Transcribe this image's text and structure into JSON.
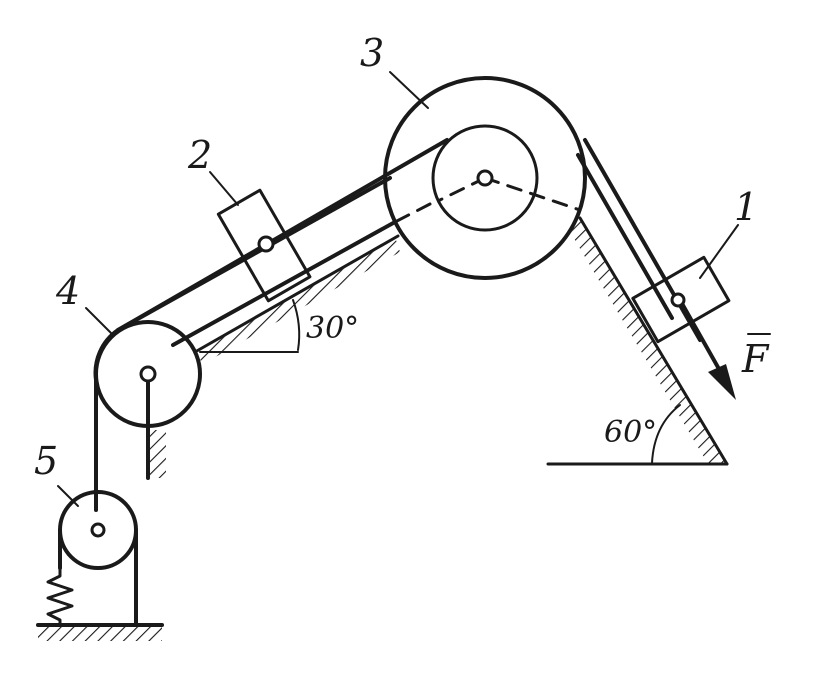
{
  "labels": {
    "body_1": "1",
    "body_2": "2",
    "body_3": "3",
    "body_4": "4",
    "body_5": "5",
    "force": "F"
  },
  "angles": {
    "left_incline": "30°",
    "right_incline": "60°"
  },
  "colors": {
    "ink": "#1a1a1a",
    "paper": "#ffffff"
  }
}
